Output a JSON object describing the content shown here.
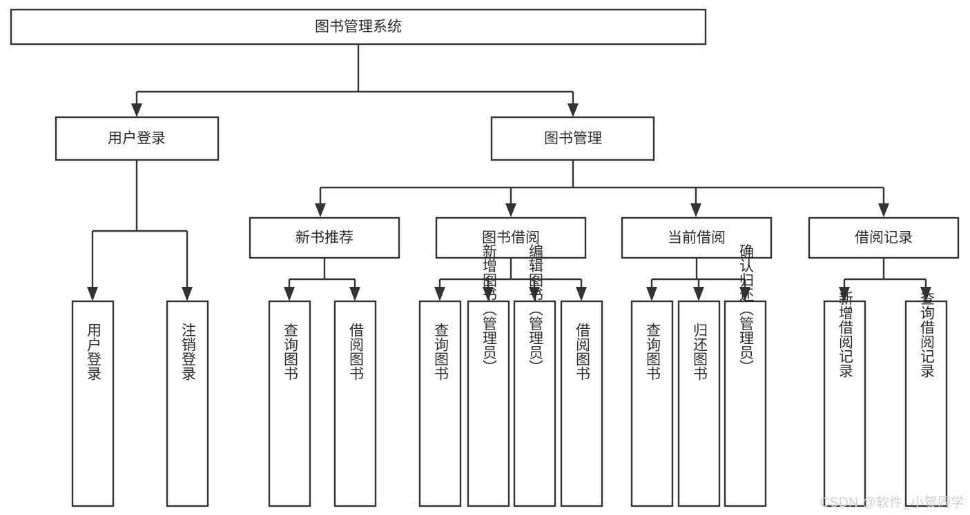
{
  "diagram": {
    "type": "tree-hierarchy",
    "title": "图书管理系统",
    "watermark": "CSDN @软件_小贺同学",
    "colors": {
      "stroke": "#333333",
      "fill": "#ffffff",
      "text": "#2b2b2b",
      "watermark": "#cfcfcf",
      "background": "#ffffff"
    },
    "nodes": {
      "root": {
        "label": "图书管理系统",
        "orientation": "horizontal",
        "level": 0
      },
      "user_login": {
        "label": "用户登录",
        "orientation": "horizontal",
        "level": 1
      },
      "book_manage": {
        "label": "图书管理",
        "orientation": "horizontal",
        "level": 1
      },
      "new_book_rec": {
        "label": "新书推荐",
        "orientation": "horizontal",
        "level": 2
      },
      "book_borrow": {
        "label": "图书借阅",
        "orientation": "horizontal",
        "level": 2
      },
      "current_borrow": {
        "label": "当前借阅",
        "orientation": "horizontal",
        "level": 2
      },
      "borrow_record": {
        "label": "借阅记录",
        "orientation": "horizontal",
        "level": 2
      },
      "leaf_user_login": {
        "label": "用户登录",
        "orientation": "vertical",
        "level": 2
      },
      "leaf_logout": {
        "label": "注销登录",
        "orientation": "vertical",
        "level": 2
      },
      "leaf_query_book_1": {
        "label": "查询图书",
        "orientation": "vertical",
        "level": 3
      },
      "leaf_borrow_book_1": {
        "label": "借阅图书",
        "orientation": "vertical",
        "level": 3
      },
      "leaf_query_book_2": {
        "label": "查询图书",
        "orientation": "vertical",
        "level": 3
      },
      "leaf_add_book": {
        "label": "新增图书（管理员）",
        "orientation": "vertical",
        "level": 3
      },
      "leaf_edit_book": {
        "label": "编辑图书（管理员）",
        "orientation": "vertical",
        "level": 3
      },
      "leaf_borrow_book_2": {
        "label": "借阅图书",
        "orientation": "vertical",
        "level": 3
      },
      "leaf_query_book_3": {
        "label": "查询图书",
        "orientation": "vertical",
        "level": 3
      },
      "leaf_return_book": {
        "label": "归还图书",
        "orientation": "vertical",
        "level": 3
      },
      "leaf_confirm_return": {
        "label": "确认归还（管理员）",
        "orientation": "vertical",
        "level": 3
      },
      "leaf_add_record": {
        "label": "新增借阅记录",
        "orientation": "vertical",
        "level": 3
      },
      "leaf_query_record": {
        "label": "查询借阅记录",
        "orientation": "vertical",
        "level": 3
      }
    },
    "edges": [
      {
        "from": "root",
        "to": "user_login"
      },
      {
        "from": "root",
        "to": "book_manage"
      },
      {
        "from": "user_login",
        "to": "leaf_user_login"
      },
      {
        "from": "user_login",
        "to": "leaf_logout"
      },
      {
        "from": "book_manage",
        "to": "new_book_rec"
      },
      {
        "from": "book_manage",
        "to": "book_borrow"
      },
      {
        "from": "book_manage",
        "to": "current_borrow"
      },
      {
        "from": "book_manage",
        "to": "borrow_record"
      },
      {
        "from": "new_book_rec",
        "to": "leaf_query_book_1"
      },
      {
        "from": "new_book_rec",
        "to": "leaf_borrow_book_1"
      },
      {
        "from": "book_borrow",
        "to": "leaf_query_book_2"
      },
      {
        "from": "book_borrow",
        "to": "leaf_add_book"
      },
      {
        "from": "book_borrow",
        "to": "leaf_edit_book"
      },
      {
        "from": "book_borrow",
        "to": "leaf_borrow_book_2"
      },
      {
        "from": "current_borrow",
        "to": "leaf_query_book_3"
      },
      {
        "from": "current_borrow",
        "to": "leaf_return_book"
      },
      {
        "from": "current_borrow",
        "to": "leaf_confirm_return"
      },
      {
        "from": "borrow_record",
        "to": "leaf_add_record"
      },
      {
        "from": "borrow_record",
        "to": "leaf_query_record"
      }
    ]
  }
}
